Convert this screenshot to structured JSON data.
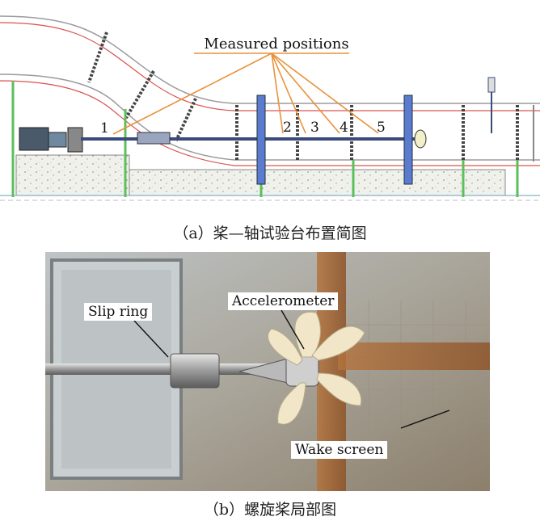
{
  "figure_a": {
    "title": "Measured positions",
    "positions": [
      "1",
      "2",
      "3",
      "4",
      "5"
    ],
    "caption": "（a）桨—轴试验台布置简图"
  },
  "figure_b": {
    "labels": {
      "slip_ring": "Slip ring",
      "accelerometer": "Accelerometer",
      "wake_screen": "Wake screen"
    },
    "caption": "（b）螺旋桨局部图"
  }
}
